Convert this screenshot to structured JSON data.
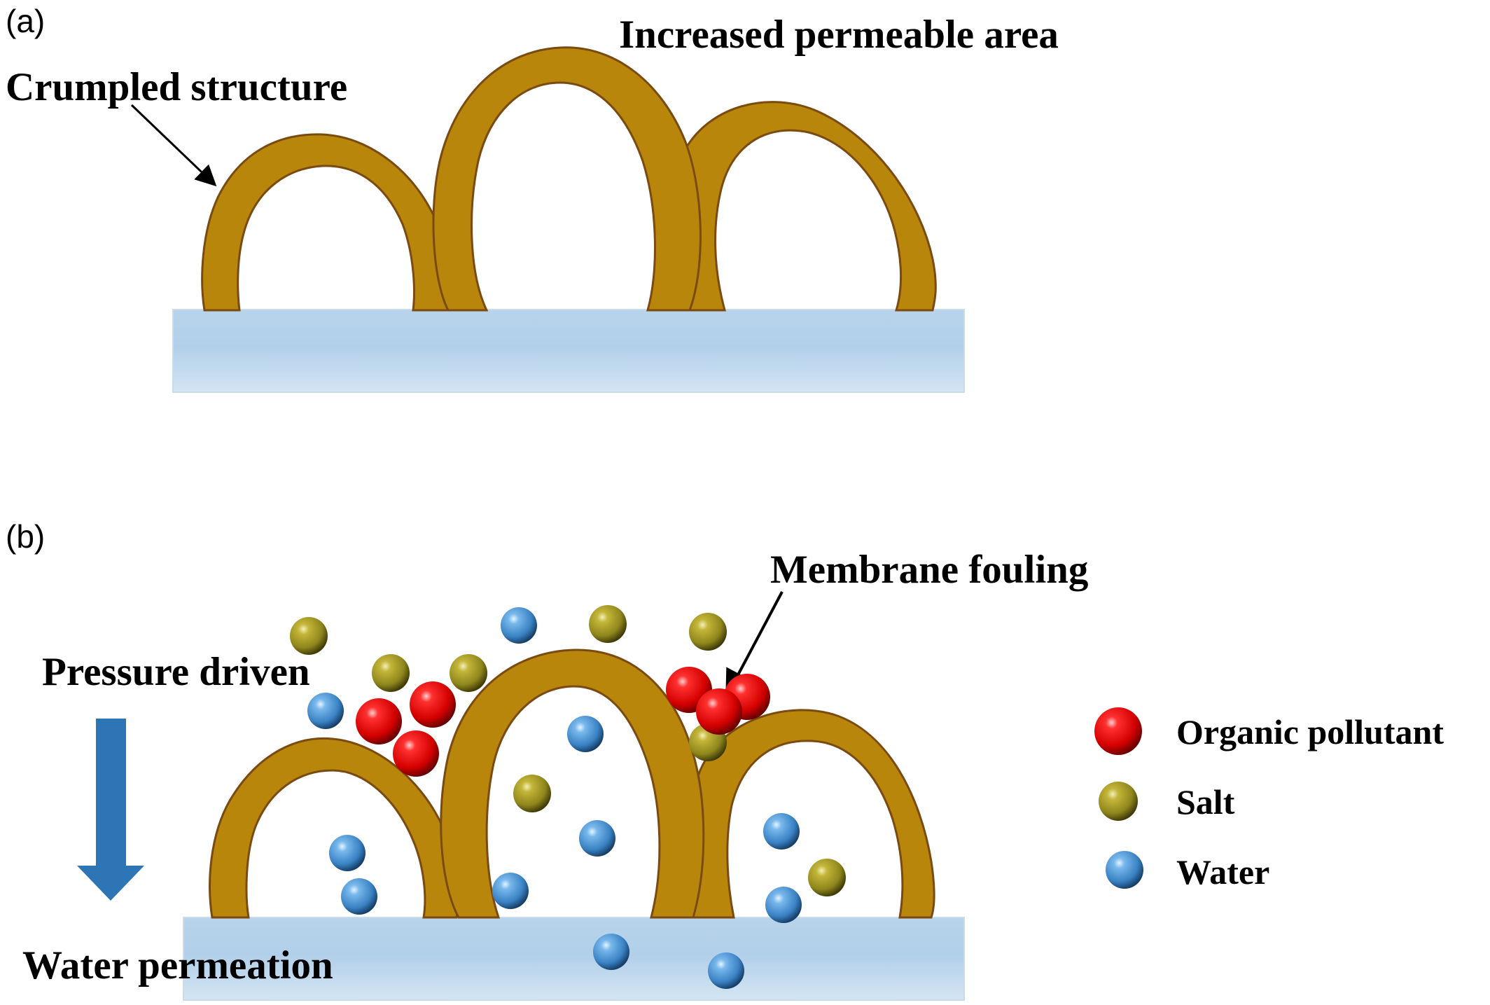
{
  "panel_a": {
    "label": "(a)",
    "crumpled_label": "Crumpled structure",
    "area_label": "Increased permeable area"
  },
  "panel_b": {
    "label": "(b)",
    "fouling_label": "Membrane fouling",
    "pressure_label": "Pressure driven",
    "permeation_label": "Water permeation"
  },
  "legend": {
    "items": [
      {
        "label": "Organic pollutant",
        "kind": "organic"
      },
      {
        "label": "Salt",
        "kind": "salt"
      },
      {
        "label": "Water",
        "kind": "water"
      }
    ]
  },
  "colors": {
    "crumple": "#b8860b",
    "crumple_edge": "#7a4a10",
    "substrate_top": "#b6d3ea",
    "substrate_bottom": "#cfe2f3",
    "arrow": "#2e75b6",
    "organic": "#e00000",
    "salt": "#a8a020",
    "water": "#4a9ad8"
  }
}
